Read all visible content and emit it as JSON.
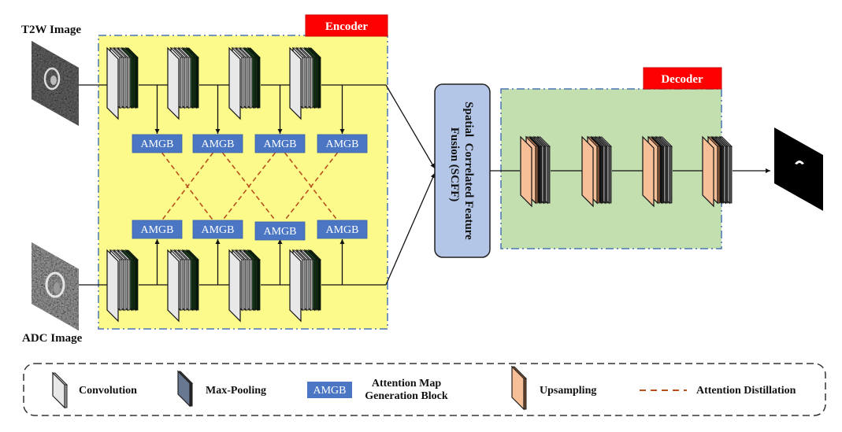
{
  "inputs": {
    "t2w_label": "T2W Image",
    "adc_label": "ADC Image"
  },
  "encoder": {
    "tag": "Encoder",
    "amgb_top": [
      "AMGB",
      "AMGB",
      "AMGB",
      "AMGB"
    ],
    "amgb_bottom": [
      "AMGB",
      "AMGB",
      "AMGB",
      "AMGB"
    ],
    "conv_blocks_per_stream": 4
  },
  "fusion": {
    "line1": "Spatial  Correlated Feature",
    "line2": "Fusion (SCFF)"
  },
  "decoder": {
    "tag": "Decoder",
    "upsampling_blocks": 4
  },
  "legend": {
    "convolution": "Convolution",
    "max_pooling": "Max-Pooling",
    "amgb_box": "AMGB",
    "amgb_line1": "Attention Map",
    "amgb_line2": "Generation Block",
    "upsampling": "Upsampling",
    "attention_distillation": "Attention Distillation"
  },
  "colors": {
    "encoder_bg": "#fdfa8c",
    "decoder_bg": "#c3dfb0",
    "panel_border": "#4a74b4",
    "tag_red": "#ff0000",
    "amgb_blue": "#4a76c4",
    "fusion_fill": "#b3c6e7",
    "conv_face": "#e8e8e8",
    "pool_dark": "#0f3d12",
    "pool_mid": "#2f6b33",
    "upsample_face": "#f6bf98",
    "distill_line": "#b5521b"
  }
}
